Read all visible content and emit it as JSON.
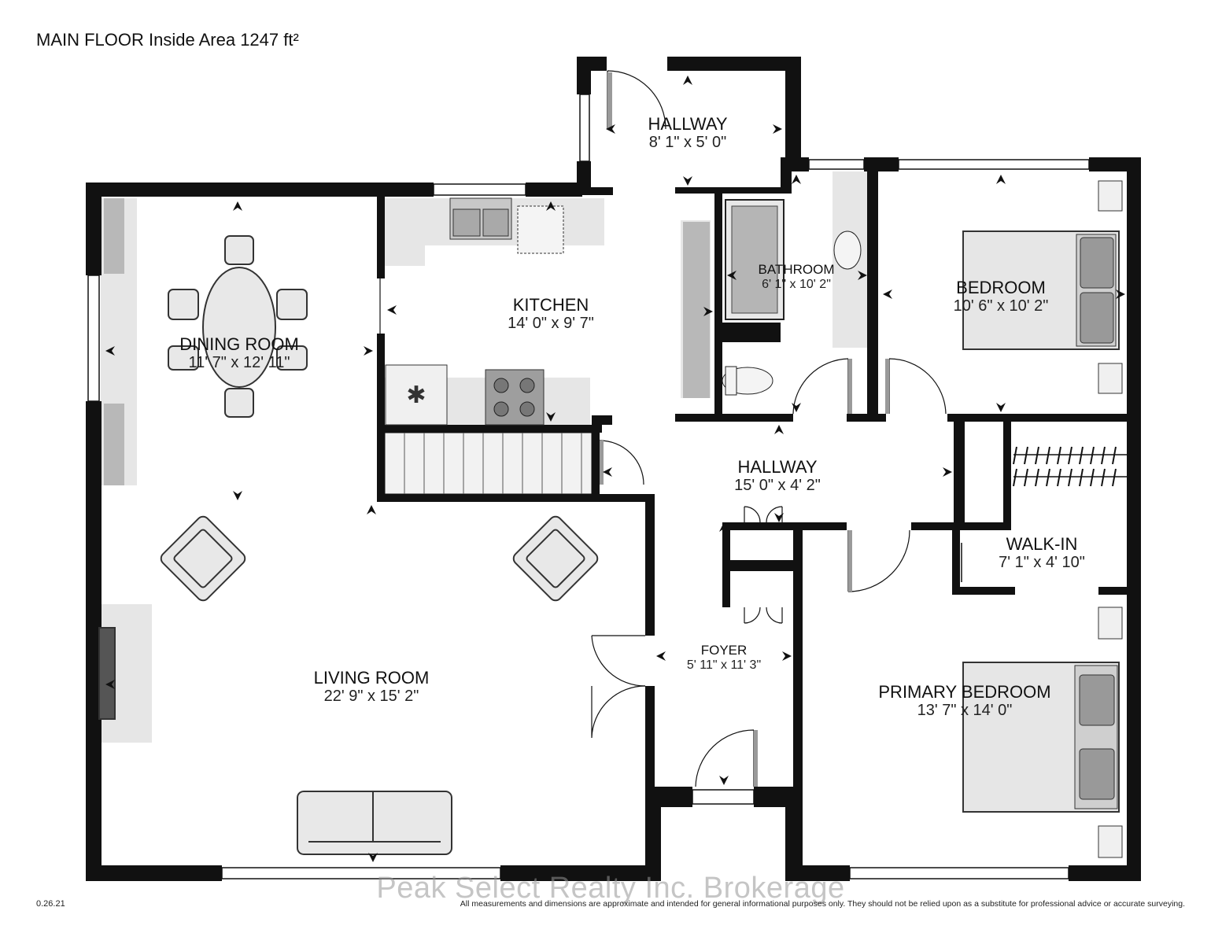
{
  "plan": {
    "title": "MAIN FLOOR Inside Area 1247 ft²",
    "version": "0.26.21",
    "disclaimer": "All measurements and dimensions are approximate and intended for general informational purposes only. They should not be relied upon as a substitute for professional advice or accurate surveying.",
    "watermark": "Peak Select Realty Inc. Brokerage"
  },
  "rooms": {
    "hallway_top": {
      "name": "HALLWAY",
      "dims": "8' 1\" x 5' 0\""
    },
    "bathroom": {
      "name": "BATHROOM",
      "dims": "6' 1\" x 10' 2\""
    },
    "kitchen": {
      "name": "KITCHEN",
      "dims": "14' 0\" x 9' 7\""
    },
    "dining": {
      "name": "DINING ROOM",
      "dims": "11' 7\" x 12' 11\""
    },
    "bedroom": {
      "name": "BEDROOM",
      "dims": "10' 6\" x 10' 2\""
    },
    "hallway_mid": {
      "name": "HALLWAY",
      "dims": "15' 0\" x 4' 2\""
    },
    "walkin": {
      "name": "WALK-IN",
      "dims": "7' 1\" x 4' 10\""
    },
    "foyer": {
      "name": "FOYER",
      "dims": "5' 11\" x 11' 3\""
    },
    "living": {
      "name": "LIVING ROOM",
      "dims": "22' 9\" x 15' 2\""
    },
    "primary": {
      "name": "PRIMARY BEDROOM",
      "dims": "13' 7\" x 14' 0\""
    }
  },
  "colors": {
    "wall": "#111111",
    "fixture": "#e6e6e6",
    "fixture_dark": "#b3b3b3",
    "appliance": "#9a9a9a"
  }
}
